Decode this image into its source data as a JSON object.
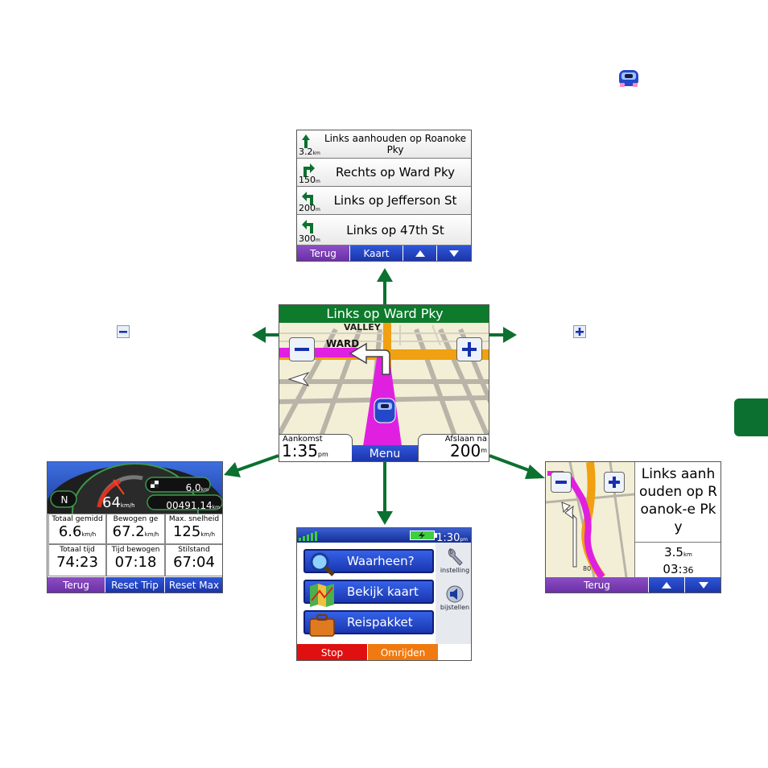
{
  "turn_list": {
    "items": [
      {
        "text": "Links aanhouden op Roanoke Pky",
        "dist": "3.2",
        "unit": "km"
      },
      {
        "text": "Rechts op Ward Pky",
        "dist": "150",
        "unit": "m"
      },
      {
        "text": "Links op Jefferson St",
        "dist": "200",
        "unit": "m"
      },
      {
        "text": "Links op 47th St",
        "dist": "300",
        "unit": "m"
      }
    ],
    "back_label": "Terug",
    "map_label": "Kaart"
  },
  "map_view": {
    "banner": "Links op Ward Pky",
    "street_valley": "VALLEY",
    "street_ward": "WARD",
    "arrival_label": "Aankomst",
    "arrival_time": "1:35",
    "arrival_ampm": "pm",
    "turn_label": "Afslaan na",
    "turn_dist": "200",
    "turn_unit": "m",
    "menu_label": "Menu"
  },
  "trip_computer": {
    "compass": "N",
    "speed": "64",
    "speed_unit": "km/h",
    "trip_dist": "6.0",
    "odometer": "00491.14",
    "dist_unit": "km",
    "cells": [
      {
        "label": "Totaal gemidd",
        "value": "6.6",
        "unit": "km/h"
      },
      {
        "label": "Bewogen ge",
        "value": "67.2",
        "unit": "km/h"
      },
      {
        "label": "Max. snelheid",
        "value": "125",
        "unit": "km/h"
      },
      {
        "label": "Totaal tijd",
        "value": "74:23",
        "unit": ""
      },
      {
        "label": "Tijd bewogen",
        "value": "07:18",
        "unit": ""
      },
      {
        "label": "Stilstand",
        "value": "67:04",
        "unit": ""
      }
    ],
    "back_label": "Terug",
    "reset_trip_label": "Reset Trip",
    "reset_max_label": "Reset Max"
  },
  "main_menu": {
    "time": "1:30",
    "time_suffix": "pm",
    "items": [
      "Waarheen?",
      "Bekijk kaart",
      "Reispakket"
    ],
    "settings_label": "instelling",
    "adjust_label": "bijstellen",
    "stop_label": "Stop",
    "detour_label": "Omrijden"
  },
  "next_turn": {
    "instruction": "Links aanhouden op Roanok-e Pky",
    "dist": "3.5",
    "dist_unit": "km",
    "time": "03:",
    "time_sec": "36",
    "road_label": "80",
    "back_label": "Terug"
  },
  "colors": {
    "arrow": "#0c7030",
    "route": "#e020e0",
    "road_orange": "#f0a010",
    "banner_green": "#0d7a2c"
  }
}
